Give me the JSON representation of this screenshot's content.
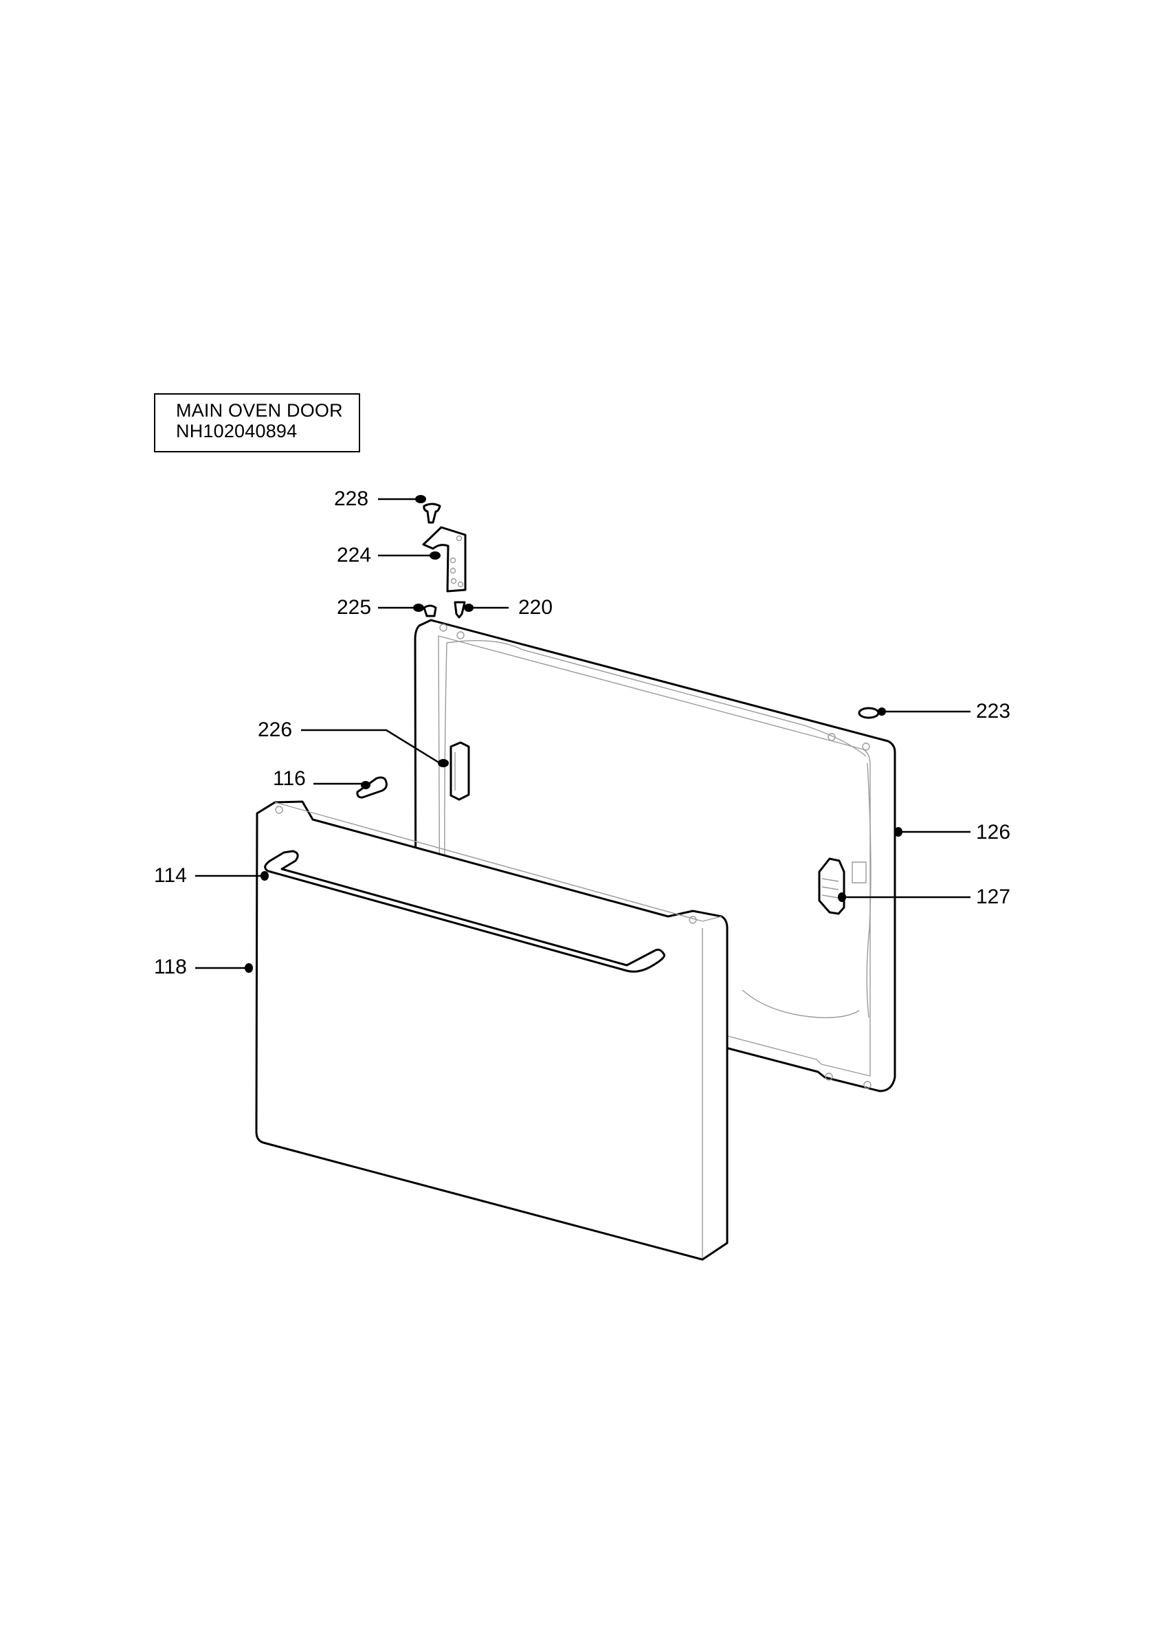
{
  "title": {
    "line1": "MAIN OVEN DOOR",
    "line2": "NH102040894"
  },
  "callouts": {
    "p228": "228",
    "p224": "224",
    "p225": "225",
    "p220": "220",
    "p223": "223",
    "p226": "226",
    "p116": "116",
    "p126": "126",
    "p114": "114",
    "p127": "127",
    "p118": "118"
  }
}
